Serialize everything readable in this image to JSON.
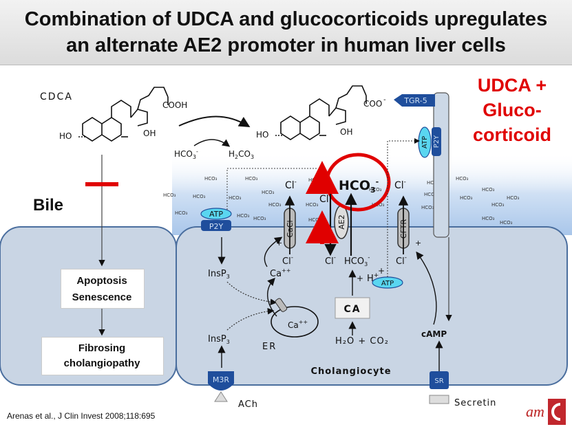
{
  "title": {
    "line1": "Combination of UDCA and glucocorticoids upregulates",
    "line2": "an alternate AE2 promoter in human liver cells"
  },
  "treatment_label": [
    "UDCA +",
    "Gluco-",
    "corticoid"
  ],
  "bile_label": "Bile",
  "molecules": {
    "cdca": "CDCA",
    "cooh": "COOH",
    "coo": "COO",
    "coo_sup": "-",
    "ho": "HO",
    "oh": "OH",
    "hco3_reactant": "HCO",
    "h2co3": "H",
    "h2co3_rest": "CO"
  },
  "left_boxes": {
    "apoptosis_1": "Apoptosis",
    "apoptosis_2": "Senescence",
    "fibrosing_1": "Fibrosing",
    "fibrosing_2": "cholangiopathy"
  },
  "transporters": {
    "p2y": "P2Y",
    "atp": "ATP",
    "cacl": "CaCl",
    "ae2": "AE2",
    "cftr": "CFTR",
    "tgr5": "TGR-5",
    "m3r": "M3R",
    "sr": "SR"
  },
  "ions": {
    "cl": "Cl",
    "hco3_big": "HCO",
    "hco3": "HCO",
    "ca": "Ca",
    "h": "H",
    "plus": "+",
    "minus": "-",
    "cl_small": "Cl"
  },
  "cell_labels": {
    "insp3": "InsP",
    "er": "ER",
    "ca_box": "CA",
    "h2o_co2": "H₂O + CO₂",
    "camp": "cAMP",
    "cholangiocyte": "Cholangiocyte",
    "ach": "ACh",
    "secretin": "Secretin"
  },
  "citation": "Arenas et al., J Clin Invest 2008;118:695",
  "logo_text": "am",
  "colors": {
    "red": "#e00000",
    "cell_fill": "#c9d5e4",
    "cell_stroke": "#4a6e9e",
    "lumen": "#bcd4ef",
    "p2y": "#1f4e9c",
    "atp": "#5ad6f0"
  }
}
